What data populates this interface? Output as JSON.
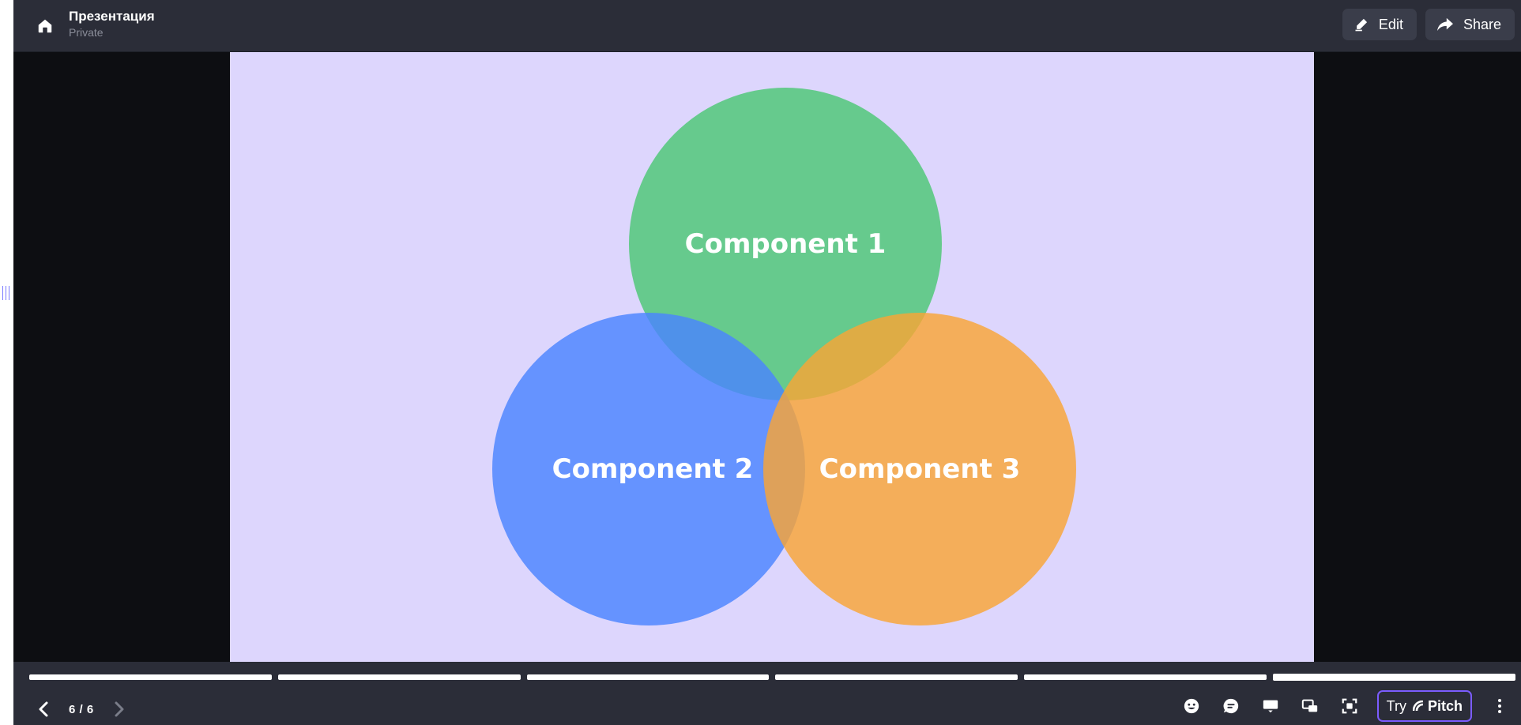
{
  "header": {
    "title": "Презентация",
    "subtitle": "Private",
    "edit_label": "Edit",
    "share_label": "Share"
  },
  "slide": {
    "background": "#ddd6fd",
    "diagram": {
      "circles": [
        {
          "label": "Component 1",
          "color": "#5cc97f"
        },
        {
          "label": "Component 2",
          "color": "#5b8cff"
        },
        {
          "label": "Component 3",
          "color": "#f9ac45"
        }
      ]
    }
  },
  "footer": {
    "page_indicator": "6 / 6",
    "progress": {
      "total": 6,
      "current": 6
    },
    "try_label": "Try",
    "brand_label": "Pitch"
  },
  "colors": {
    "topbar": "#2b2d38",
    "button": "#3a3d4a",
    "frame": "#0d0e12",
    "accent": "#7b5cff"
  },
  "icons": {
    "home": "home-icon",
    "edit": "edit-pen-icon",
    "share": "share-arrow-icon",
    "prev": "chevron-left-icon",
    "next": "chevron-right-icon",
    "reactions": "emoji-icon",
    "comments": "comment-icon",
    "present": "present-screen-icon",
    "picture_in_picture": "pip-icon",
    "fit": "fit-screen-icon",
    "more": "more-vertical-icon"
  }
}
